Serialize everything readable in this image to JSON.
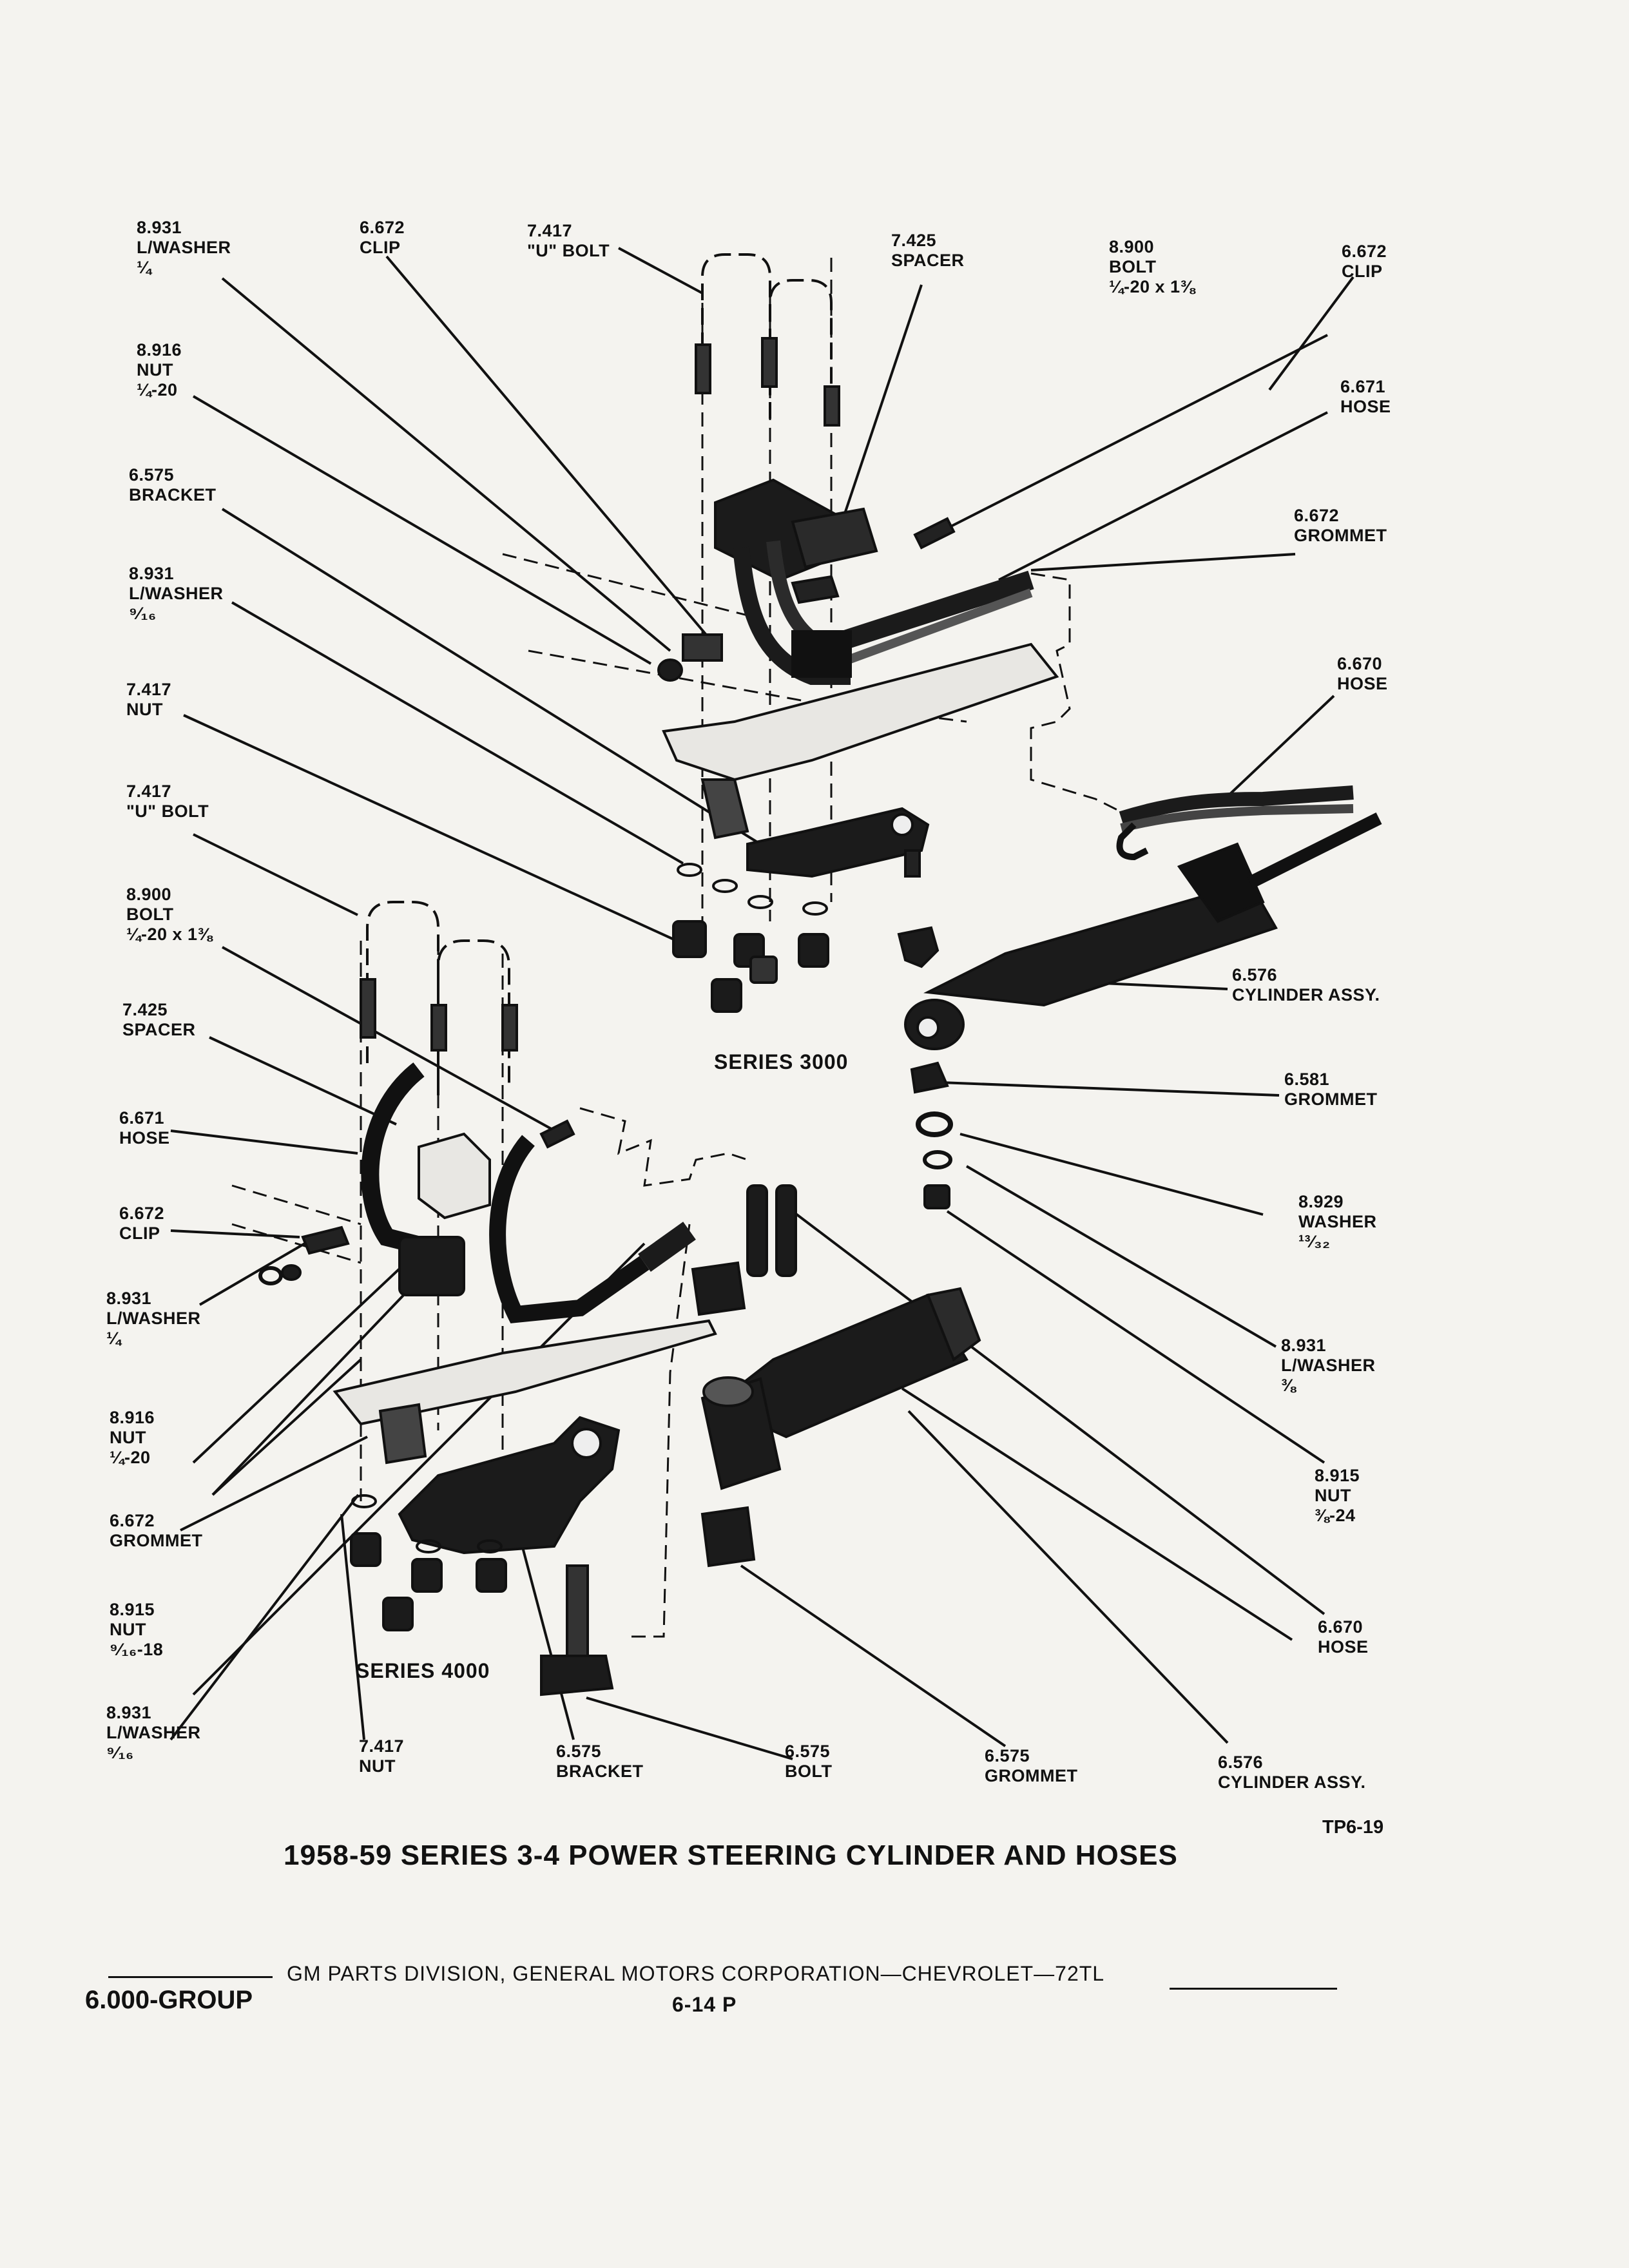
{
  "callouts": {
    "c1": [
      "8.931",
      "L/WASHER",
      "¼"
    ],
    "c2": [
      "6.672",
      "CLIP"
    ],
    "c3": [
      "7.417",
      "\"U\" BOLT"
    ],
    "c4": [
      "7.425",
      "SPACER"
    ],
    "c5": [
      "8.900",
      "BOLT",
      "¼-20 x 1⅜"
    ],
    "c6": [
      "6.672",
      "CLIP"
    ],
    "c7": [
      "8.916",
      "NUT",
      "¼-20"
    ],
    "c8": [
      "6.671",
      "HOSE"
    ],
    "c9": [
      "6.575",
      "BRACKET"
    ],
    "c10": [
      "6.672",
      "GROMMET"
    ],
    "c11": [
      "8.931",
      "L/WASHER",
      "⁹⁄₁₆"
    ],
    "c12": [
      "6.670",
      "HOSE"
    ],
    "c13": [
      "7.417",
      "NUT"
    ],
    "c14": [
      "7.417",
      "\"U\" BOLT"
    ],
    "c15": [
      "8.900",
      "BOLT",
      "¼-20 x 1⅜"
    ],
    "c16": [
      "6.576",
      "CYLINDER ASSY."
    ],
    "c17": [
      "7.425",
      "SPACER"
    ],
    "c18": [
      "6.581",
      "GROMMET"
    ],
    "c19": [
      "6.671",
      "HOSE"
    ],
    "c20": [
      "8.929",
      "WASHER",
      "¹³⁄₃₂"
    ],
    "c21": [
      "6.672",
      "CLIP"
    ],
    "c22": [
      "8.931",
      "L/WASHER",
      "¼"
    ],
    "c23": [
      "8.931",
      "L/WASHER",
      "⅜"
    ],
    "c24": [
      "8.916",
      "NUT",
      "¼-20"
    ],
    "c25": [
      "8.915",
      "NUT",
      "⅜-24"
    ],
    "c26": [
      "6.672",
      "GROMMET"
    ],
    "c27": [
      "6.670",
      "HOSE"
    ],
    "c28": [
      "8.915",
      "NUT",
      "⁹⁄₁₆-18"
    ],
    "c29": [
      "8.931",
      "L/WASHER",
      "⁹⁄₁₆"
    ],
    "c30": [
      "7.417",
      "NUT"
    ],
    "c31": [
      "6.575",
      "BRACKET"
    ],
    "c32": [
      "6.575",
      "BOLT"
    ],
    "c33": [
      "6.575",
      "GROMMET"
    ],
    "c34": [
      "6.576",
      "CYLINDER ASSY."
    ]
  },
  "series": {
    "upper": "SERIES 3000",
    "lower": "SERIES 4000"
  },
  "figure": {
    "title": "1958-59 SERIES 3-4 POWER STEERING CYLINDER AND HOSES",
    "code": "TP6-19"
  },
  "footer": {
    "publisher": "GM PARTS DIVISION, GENERAL MOTORS CORPORATION—CHEVROLET—72TL",
    "page": "6-14 P",
    "group": "6.000-GROUP"
  }
}
